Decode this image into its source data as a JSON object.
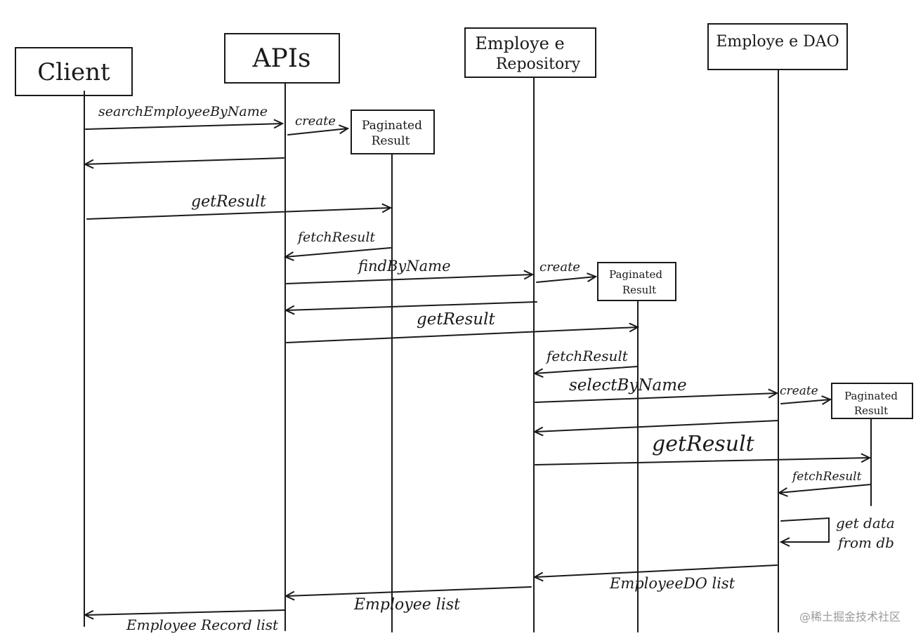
{
  "participants": {
    "client": "Client",
    "apis": "APIs",
    "repo_line1": "Employe e",
    "repo_line2": "Repository",
    "dao": "Employe e DAO"
  },
  "paginated_result": {
    "line1": "Paginated",
    "line2": "Result"
  },
  "messages": {
    "search": "searchEmployeeByName",
    "create": "create",
    "get_result": "getResult",
    "fetch_result": "fetchResult",
    "find_by_name": "findByName",
    "select_by_name": "selectByName",
    "get_data_1": "get data",
    "get_data_2": "from db",
    "employee_do_list": "EmployeeDO list",
    "employee_list": "Employee list",
    "employee_record_list": "Employee Record list"
  },
  "watermark": "@稀土掘金技术社区"
}
